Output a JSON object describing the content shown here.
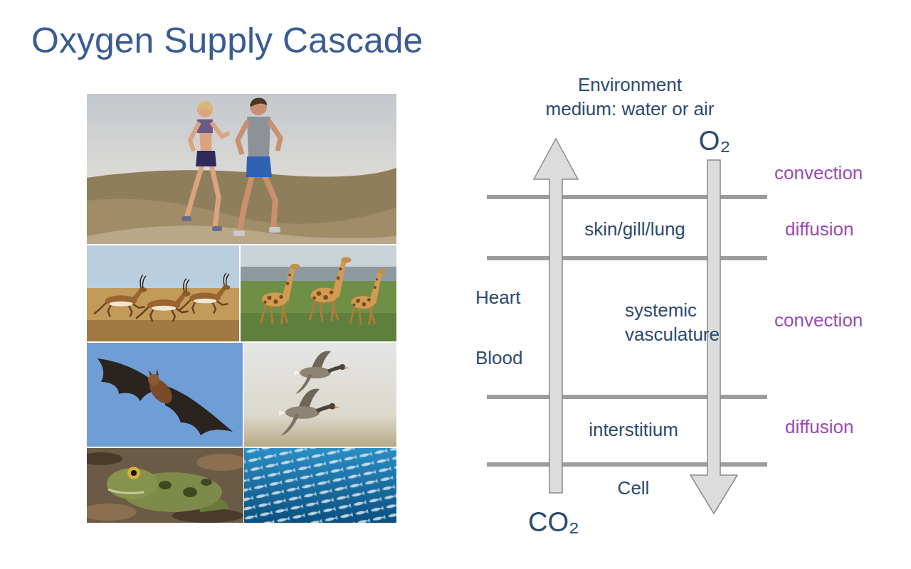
{
  "diagram": {
    "title": "Oxygen Supply Cascade",
    "labels": [
      "Environment medium: water or air",
      "O₂",
      "convection",
      "skin/gill/lung",
      "diffusion",
      "Heart",
      "systemic vasculature",
      "convection",
      "Blood",
      "interstitium",
      "diffusion",
      "Cell",
      "CO₂"
    ]
  }
}
